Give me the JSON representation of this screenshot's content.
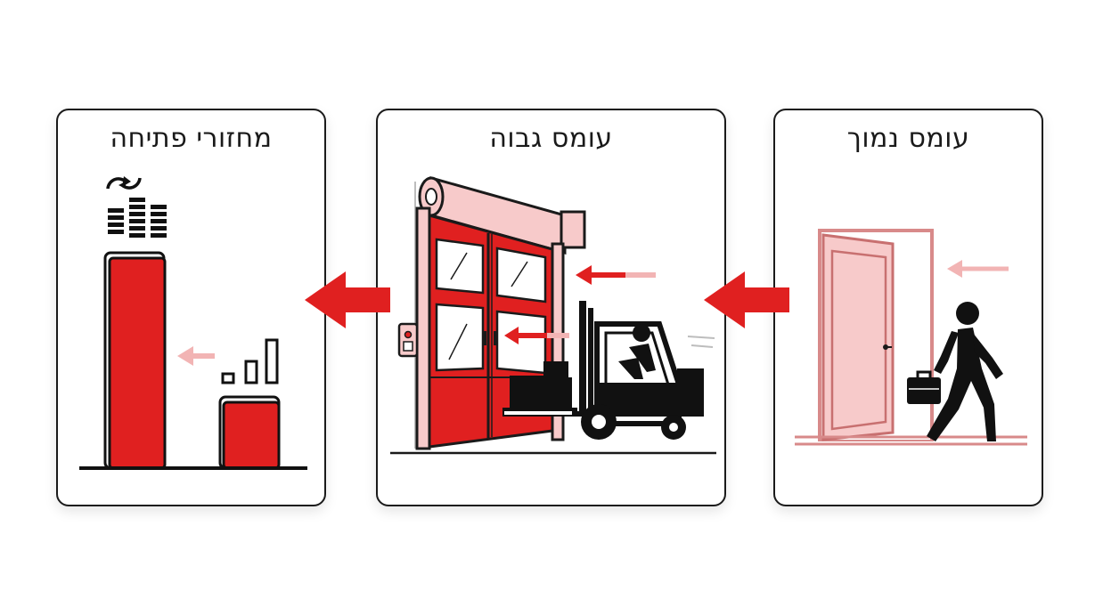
{
  "panels": {
    "low_traffic": {
      "title": "עומס נמוך"
    },
    "high_traffic": {
      "title": "עומס גבוה"
    },
    "open_cycles": {
      "title": "מחזורי פתיחה"
    }
  },
  "colors": {
    "accent_red": "#e02020",
    "light_red": "#f5c2c2",
    "outline": "#1a1a1a"
  },
  "icons": [
    "door-icon",
    "person-walking-icon",
    "briefcase-icon",
    "rapid-roll-door-icon",
    "forklift-icon",
    "cargo-boxes-icon",
    "cycle-refresh-icon",
    "bar-chart-icon"
  ]
}
